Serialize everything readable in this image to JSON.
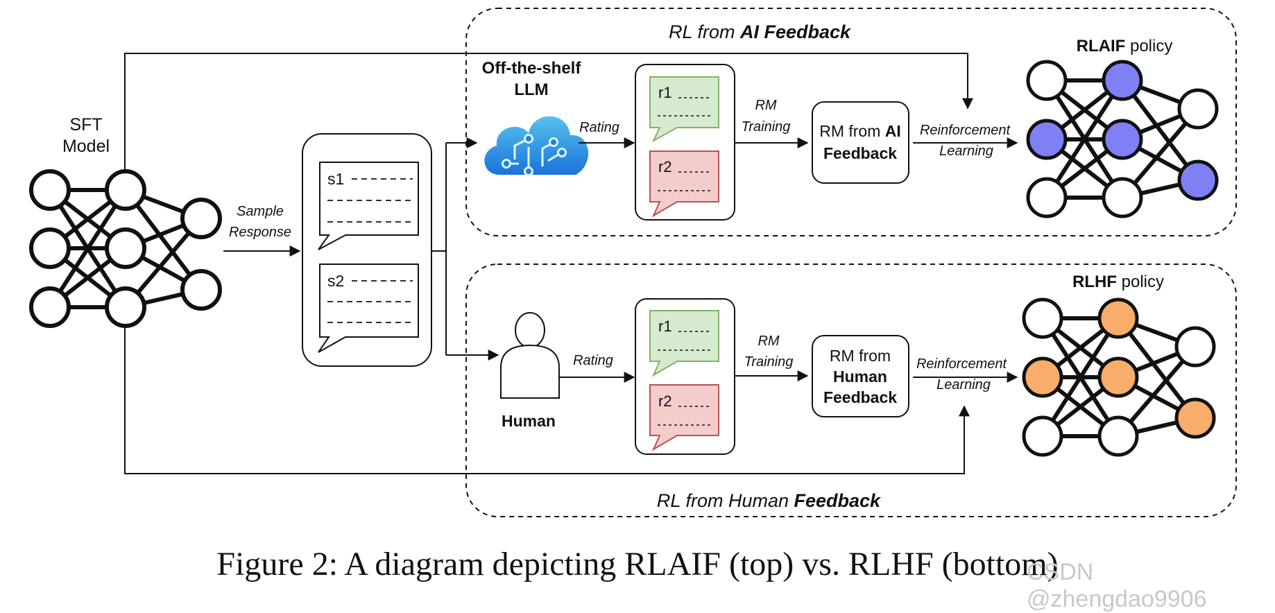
{
  "sft": {
    "line1": "SFT",
    "line2": "Model"
  },
  "sample": {
    "line1": "Sample",
    "line2": "Response"
  },
  "responses": {
    "s1": "s1",
    "s2": "s2"
  },
  "top": {
    "section_prefix": "RL from ",
    "section_bold": "AI Feedback",
    "llm_line1": "Off-the-shelf",
    "llm_line2": "LLM",
    "rating": "Rating",
    "r1": "r1",
    "r2": "r2",
    "rm_line1": "RM",
    "rm_line2": "Training",
    "rmbox_line1_plain": "RM from ",
    "rmbox_line1_bold": "AI",
    "rmbox_line2": "Feedback",
    "reinf_line1": "Reinforcement",
    "reinf_line2": "Learning",
    "policy_bold": "RLAIF",
    "policy_plain": " policy"
  },
  "bottom": {
    "section_prefix": "RL from Human ",
    "section_bold": "Feedback",
    "human": "Human",
    "rating": "Rating",
    "r1": "r1",
    "r2": "r2",
    "rm_line1": "RM",
    "rm_line2": "Training",
    "rmbox_line1": "RM from",
    "rmbox_line2": "Human",
    "rmbox_line3": "Feedback",
    "reinf_line1": "Reinforcement",
    "reinf_line2": "Learning",
    "policy_bold": "RLHF",
    "policy_plain": " policy"
  },
  "caption": "Figure 2: A diagram depicting RLAIF (top) vs. RLHF (bottom)",
  "watermark": "CSDN @zhengdao9906",
  "colors": {
    "rlaif_node": "#8080f5",
    "rlhf_node": "#f8ad6a",
    "r1_fill": "#d6ead0",
    "r1_stroke": "#82b366",
    "r2_fill": "#f5cccc",
    "r2_stroke": "#b85450",
    "cloud_top": "#58c2ef",
    "cloud_bottom": "#1a73d9"
  }
}
